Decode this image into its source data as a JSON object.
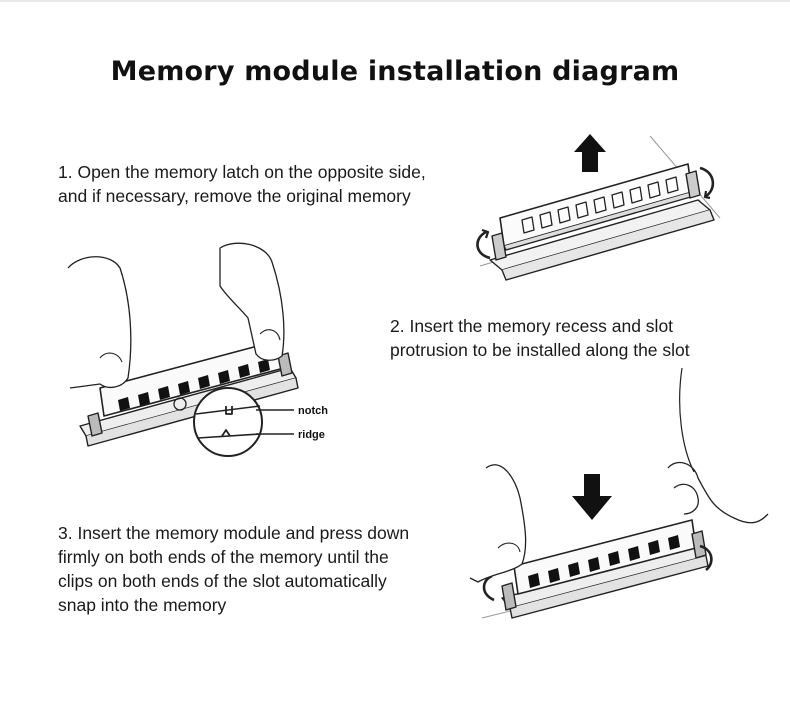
{
  "title": "Memory module installation diagram",
  "steps": [
    {
      "lines": [
        "1. Open the memory latch on the opposite side,",
        "and if necessary, remove the original memory"
      ]
    },
    {
      "lines": [
        "2. Insert the memory recess and slot",
        "protrusion to be installed along the slot"
      ]
    },
    {
      "lines": [
        "3. Insert the memory module and press down",
        "firmly on both ends of the memory until the",
        "clips on both ends of the slot automatically",
        "snap into the memory"
      ]
    }
  ],
  "callouts": {
    "notch": "notch",
    "ridge": "ridge"
  }
}
